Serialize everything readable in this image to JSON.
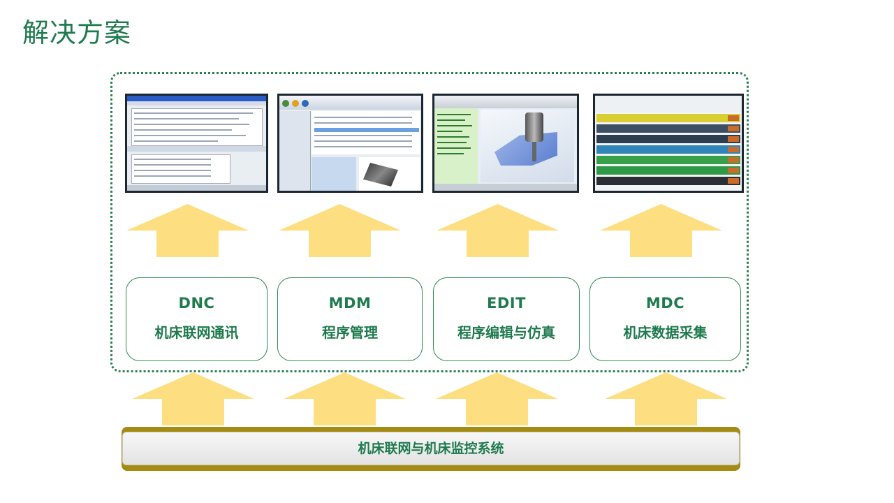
{
  "page": {
    "title": "解决方案"
  },
  "modules": [
    {
      "code": "DNC",
      "name": "机床联网通讯"
    },
    {
      "code": "MDM",
      "name": "程序管理"
    },
    {
      "code": "EDIT",
      "name": "程序编辑与仿真"
    },
    {
      "code": "MDC",
      "name": "机床数据采集"
    }
  ],
  "base": {
    "label": "机床联网与机床监控系统"
  },
  "colors": {
    "accent": "#1f7a4e",
    "arrow": "#fddf82",
    "frame": "#2b7f55",
    "base_shadow": "#a58b12"
  }
}
